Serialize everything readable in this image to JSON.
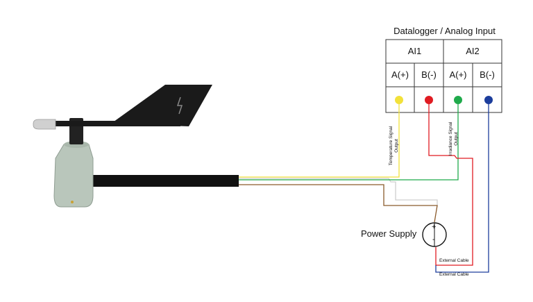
{
  "datalogger": {
    "title": "Datalogger / Analog Input",
    "channels": [
      {
        "name": "AI1",
        "terminals": [
          "A(+)",
          "B(-)"
        ]
      },
      {
        "name": "AI2",
        "terminals": [
          "A(+)",
          "B(-)"
        ]
      }
    ]
  },
  "signals": {
    "temperature": {
      "line1": "Temperature Signal",
      "line2": "Output"
    },
    "irradiance": {
      "line1": "Irradiance Signal",
      "line2": "Output"
    }
  },
  "power_supply": {
    "label": "Power Supply",
    "plus": "+",
    "minus": "-"
  },
  "cables": {
    "red": "External Cable",
    "blue": "External Cable"
  },
  "colors": {
    "yellow": "#f2e13a",
    "red": "#e01b22",
    "green": "#1faa4b",
    "blue": "#1c3d9c",
    "brown": "#8a5a2b",
    "white_wire": "#dddddd",
    "sensor_body": "#b9c6bb",
    "vane": "#1a1a1a"
  }
}
